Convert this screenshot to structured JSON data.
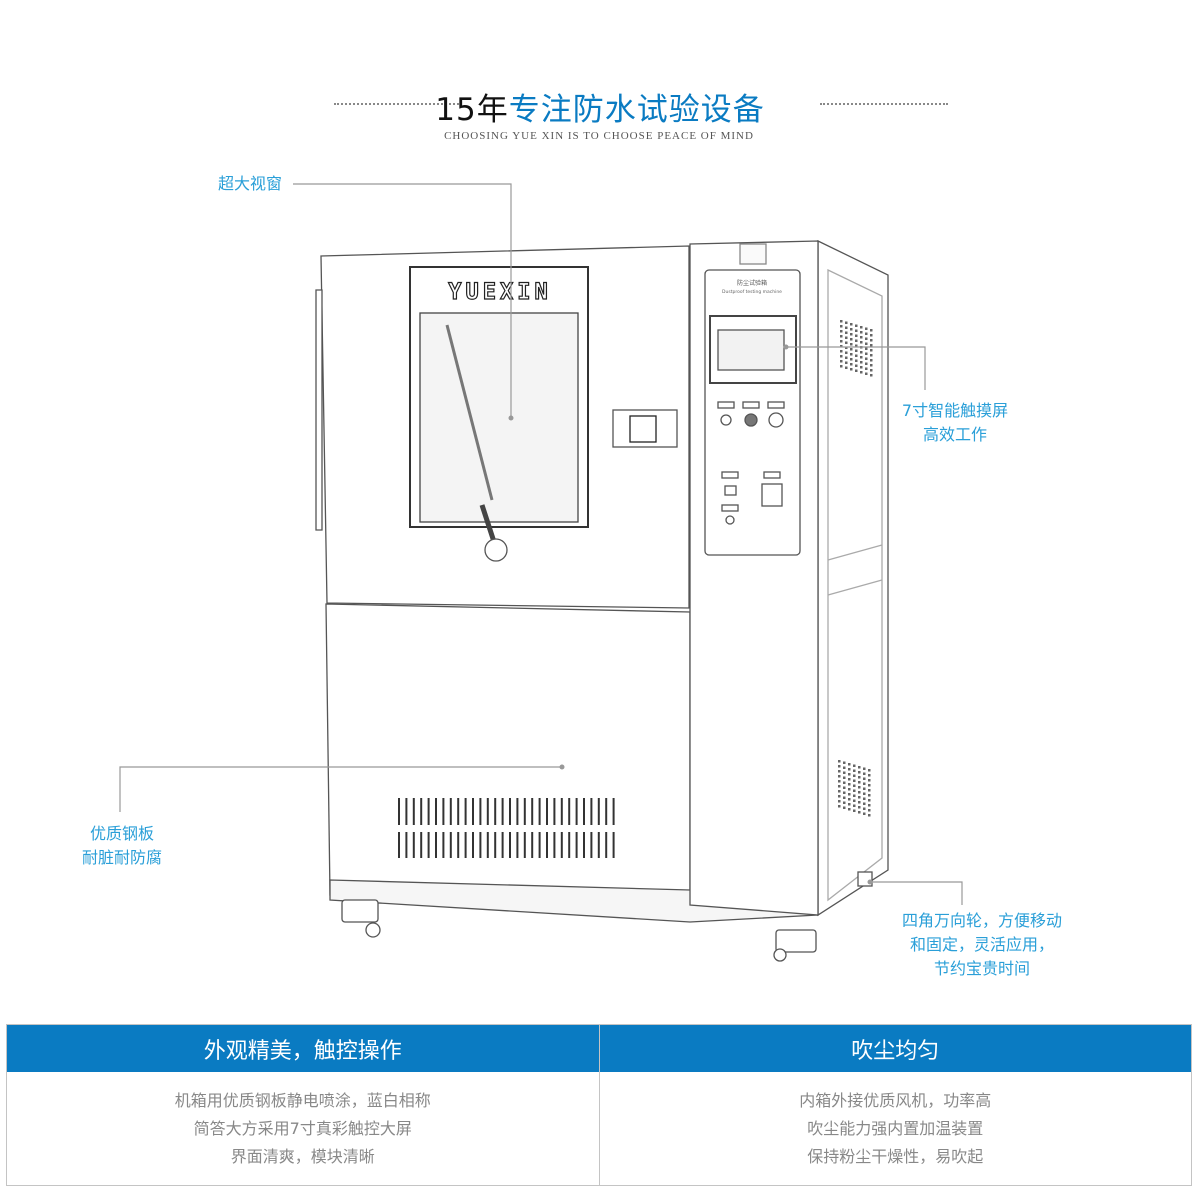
{
  "header": {
    "title_prefix": "15年",
    "title_main": "专注防水试验设备",
    "subtitle": "CHOOSING YUE XIN IS TO CHOOSE PEACE OF MIND"
  },
  "machine": {
    "brand": "YUEXIN",
    "panel_title_cn": "防尘试验箱",
    "panel_title_en": "Dustproof testing machine"
  },
  "callouts": {
    "window": "超大视窗",
    "screen": [
      "7寸智能触摸屏",
      "高效工作"
    ],
    "steel": [
      "优质钢板",
      "耐脏耐防腐"
    ],
    "wheels": [
      "四角万向轮，方便移动",
      "和固定，灵活应用，",
      "节约宝贵时间"
    ]
  },
  "features": [
    {
      "title": "外观精美，触控操作",
      "lines": [
        "机箱用优质钢板静电喷涂，蓝白相称",
        "简答大方采用7寸真彩触控大屏",
        "界面清爽，模块清晰"
      ]
    },
    {
      "title": "吹尘均匀",
      "lines": [
        "内箱外接优质风机，功率高",
        "吹尘能力强内置加温装置",
        "保持粉尘干燥性，易吹起"
      ]
    }
  ],
  "colors": {
    "accent": "#0a7bc2",
    "callout": "#2a9fd8"
  }
}
